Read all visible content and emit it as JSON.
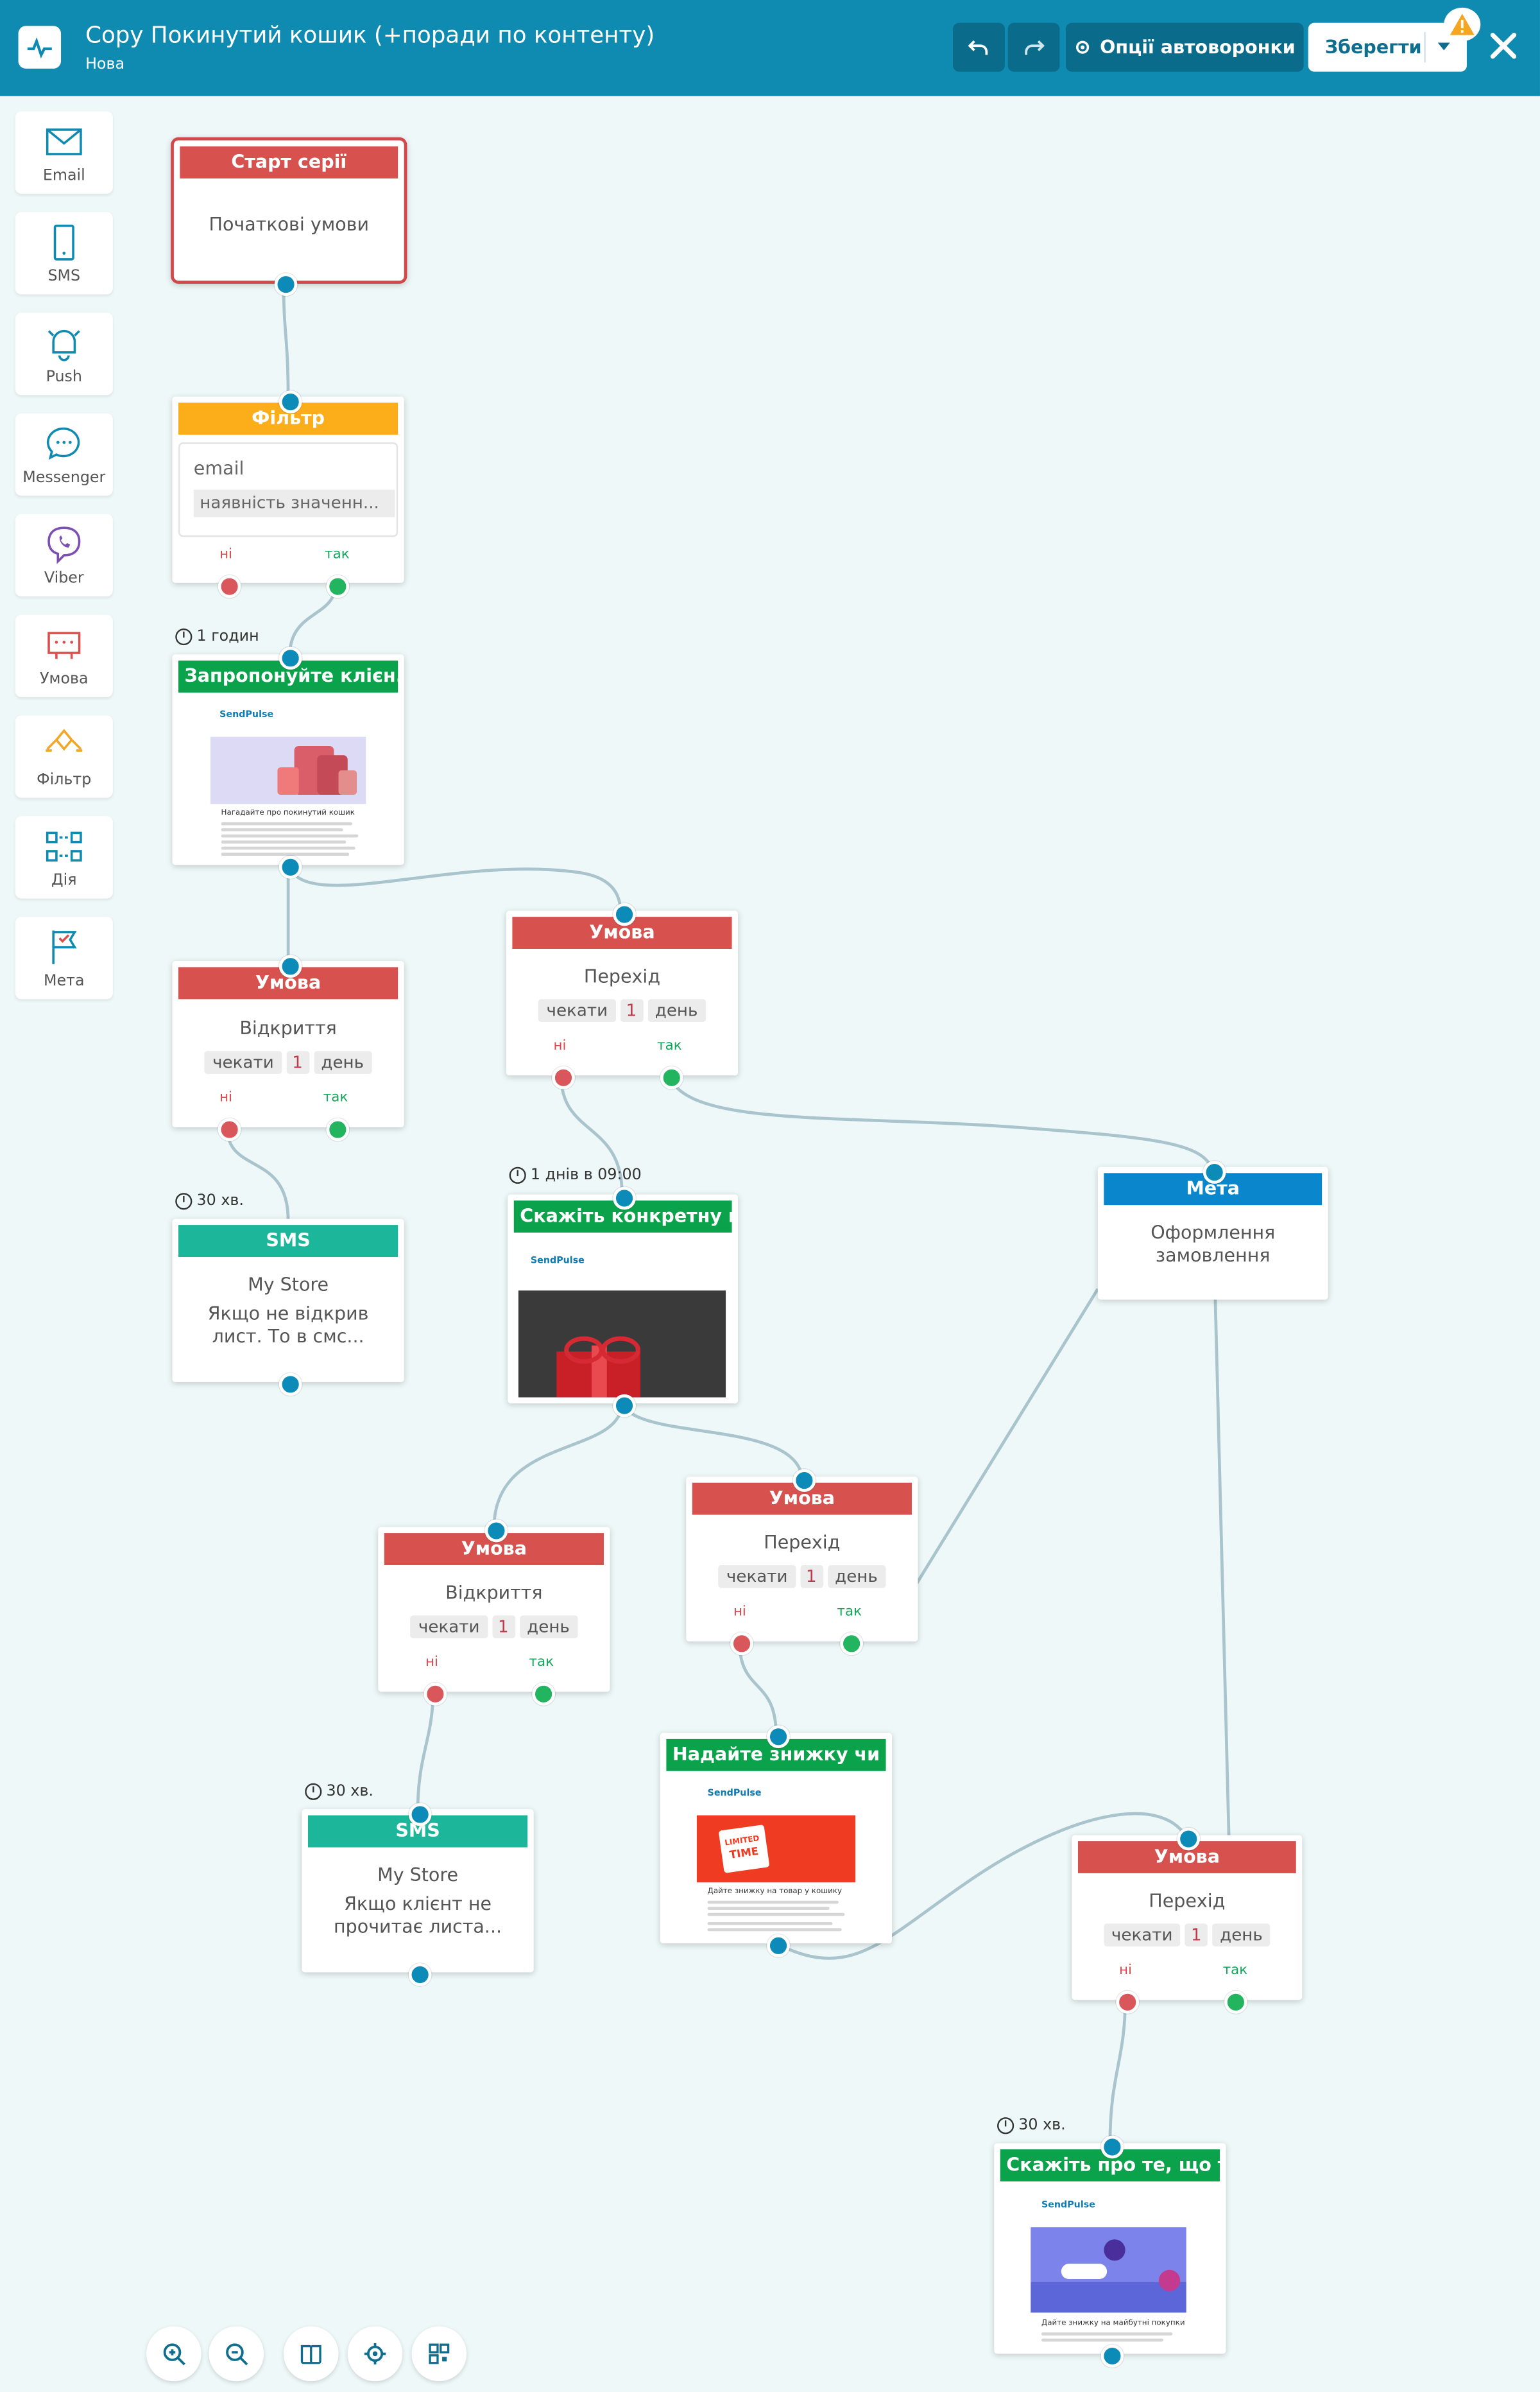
{
  "header": {
    "title": "Copy Покинутий кошик (+поради по контенту)",
    "status": "Нова",
    "options_label": "Опції автоворонки",
    "save_label": "Зберегти"
  },
  "sidebar": {
    "items": [
      {
        "label": "Email",
        "icon": "email-icon"
      },
      {
        "label": "SMS",
        "icon": "phone-icon"
      },
      {
        "label": "Push",
        "icon": "bell-icon"
      },
      {
        "label": "Messenger",
        "icon": "messenger-icon"
      },
      {
        "label": "Viber",
        "icon": "viber-icon"
      },
      {
        "label": "Умова",
        "icon": "condition-icon"
      },
      {
        "label": "Фільтр",
        "icon": "filter-icon"
      },
      {
        "label": "Дія",
        "icon": "action-icon"
      },
      {
        "label": "Мета",
        "icon": "flag-icon"
      }
    ]
  },
  "flow": {
    "start": {
      "header": "Старт серії",
      "body": "Початкові умови"
    },
    "filter": {
      "header": "Фільтр",
      "field": "email",
      "condition": "наявність значенн..."
    },
    "timer1": "1 годин",
    "email1": {
      "header": "Запропонуйте клієн...",
      "logo": "SendPulse",
      "preview_title": "Нагадайте про покинутий кошик"
    },
    "cond1": {
      "header": "Умова",
      "body": "Відкриття",
      "wait": "чекати",
      "num": "1",
      "unit": "день",
      "no": "ні",
      "yes": "так"
    },
    "cond2": {
      "header": "Умова",
      "body": "Перехід",
      "wait": "чекати",
      "num": "1",
      "unit": "день",
      "no": "ні",
      "yes": "так"
    },
    "timer2": "30 хв.",
    "sms1": {
      "header": "SMS",
      "sender": "My Store",
      "text": "Якщо не відкрив лист. То в смс..."
    },
    "timer3": "1 днів в 09:00",
    "email2": {
      "header": "Скажіть конкретну ц...",
      "logo": "SendPulse"
    },
    "goal": {
      "header": "Мета",
      "body": "Оформлення замовлення"
    },
    "cond3": {
      "header": "Умова",
      "body": "Відкриття",
      "wait": "чекати",
      "num": "1",
      "unit": "день",
      "no": "ні",
      "yes": "так"
    },
    "cond4": {
      "header": "Умова",
      "body": "Перехід",
      "wait": "чекати",
      "num": "1",
      "unit": "день",
      "no": "ні",
      "yes": "так"
    },
    "timer4": "30 хв.",
    "sms2": {
      "header": "SMS",
      "sender": "My Store",
      "text": "Якщо клієнт не прочитає листа..."
    },
    "email3": {
      "header": "Надайте знижку чи ...",
      "logo": "SendPulse",
      "badge_top": "LIMITED",
      "badge_bottom": "TIME",
      "preview_title": "Дайте знижку на товар у кошику"
    },
    "cond5": {
      "header": "Умова",
      "body": "Перехід",
      "wait": "чекати",
      "num": "1",
      "unit": "день",
      "no": "ні",
      "yes": "так"
    },
    "timer5": "30 хв.",
    "email4": {
      "header": "Скажіть про те, що т...",
      "logo": "SendPulse",
      "preview_title": "Дайте знижку на майбутні покупки"
    }
  },
  "colors": {
    "header_bg": "#0f8ab0",
    "canvas_bg": "#eef8f8",
    "condition": "#d7524f",
    "filter": "#fbad1a",
    "email": "#0aa34b",
    "sms": "#1cb79a",
    "goal": "#0a87cc"
  }
}
